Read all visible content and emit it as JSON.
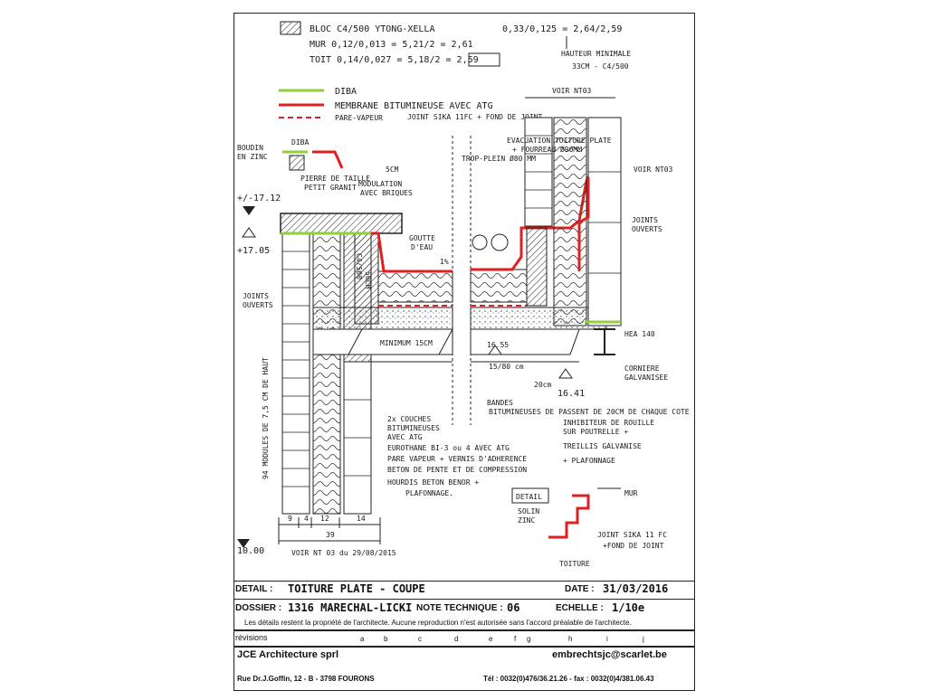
{
  "legend_top": {
    "blox": "BLOC C4/500 YTONG-XELLA",
    "mur": "MUR 0,12/0,013 = 5,21/2 = 2,61",
    "toit": "TOIT 0,14/0,027 = 5,18/2 = 2,59",
    "calc": "0,33/0,125 = 2,64/2,59",
    "hauteur1": "HAUTEUR MINIMALE",
    "hauteur2": "33CM - C4/500"
  },
  "legend_lines": {
    "diba": "DIBA",
    "membrane": "MEMBRANE BITUMINEUSE AVEC ATG",
    "pare_vapeur": "PARE-VAPEUR",
    "joint": "JOINT SIKA 11FC + FOND DE JOINT"
  },
  "annotations": {
    "voir_nt03_top": "VOIR NT03",
    "voir_nt03_right": "VOIR NT03",
    "evacuation": "EVACUATION TOITURE PLATE",
    "fourreau": "+ FOURREAU Ø90MM",
    "trop_plein": "TROP-PLEIN Ø80 MM",
    "boudin": "BOUDIN",
    "en_zinc": "EN ZINC",
    "diba_small": "DIBA",
    "pierre": "PIERRE DE TAILLE",
    "petit_granit": "PETIT GRANIT",
    "modulation": "MODULATION",
    "avec_briques": "AVEC BRIQUES",
    "cm5": "5CM",
    "level_1712": "+/-17.12",
    "level_1705": "+17.05",
    "goutte": "GOUTTE",
    "deau": "D'EAU",
    "pente": "1%",
    "joints_ouverts_left1": "JOINTS",
    "joints_ouverts_left2": "OUVERTS",
    "joints_ouverts_right1": "JOINTS",
    "joints_ouverts_right2": "OUVERTS",
    "c4_500": "C4/500",
    "cm50": "50CM",
    "minimum": "MINIMUM 15CM",
    "l1655": "16.55",
    "hea": "HEA 140",
    "corniere1": "CORNIERE",
    "corniere2": "GALVANISEE",
    "l1641": "16.41",
    "bandes1": "BANDES",
    "bandes2": "BITUMINEUSES DE PASSENT DE 20CM DE CHAQUE COTE",
    "dim_1580": "15/80 cm",
    "dim_20": "20cm",
    "inhib1": "INHIBITEUR DE ROUILLE",
    "inhib2": "SUR POUTRELLE +",
    "inhib3": "TREILLIS GALVANISE",
    "inhib4": "+ PLAFONNAGE",
    "couches1": "2x COUCHES",
    "couches2": "BITUMINEUSES",
    "couches3": "AVEC ATG",
    "couches4": "EUROTHANE BI-3 ou 4 AVEC ATG",
    "couches5": "PARE VAPEUR + VERNIS D'ADHERENCE",
    "couches6": "BETON DE PENTE ET DE COMPRESSION",
    "couches7": "HOURDIS BETON BENOR +",
    "couches8": "PLAFONNAGE.",
    "modules": "94 MODULES DE 7,5 CM DE HAUT",
    "detail_box": "DETAIL",
    "solin1": "SOLIN",
    "solin2": "ZINC",
    "mur_small": "MUR",
    "joint_sika1": "JOINT SIKA 11 FC",
    "joint_sika2": "+FOND DE JOINT",
    "toiture": "TOITURE",
    "dims": [
      "9",
      "4",
      "12",
      "14"
    ],
    "dim_total": "39",
    "level_1000": "10.00",
    "voir_bottom": "VOIR NT 03 du 29/08/2015"
  },
  "title_block": {
    "detail_label": "DETAIL :",
    "detail_value": "TOITURE PLATE - COUPE",
    "date_label": "DATE :",
    "date_value": "31/03/2016",
    "dossier_label": "DOSSIER :",
    "dossier_value": "1316 MARECHAL-LICKI",
    "note_label": "NOTE TECHNIQUE :",
    "note_value": "06",
    "echelle_label": "ECHELLE :",
    "echelle_value": "1/10e",
    "disclaimer": "Les détails restent la propriété de l'architecte. Aucune reproduction n'est autorisée sans l'accord préalable de l'architecte.",
    "revisions_label": "révisions",
    "revisions": [
      "a",
      "b",
      "c",
      "d",
      "e",
      "f",
      "g",
      "h",
      "i",
      "j"
    ],
    "company": "JCE Architecture sprl",
    "email": "embrechtsjc@scarlet.be",
    "address": "Rue Dr.J.Goffin, 12 - B - 3798 FOURONS",
    "phone": "Tél : 0032(0)476/36.21.26 - fax : 0032(0)4/381.06.43"
  },
  "colors": {
    "diba": "#8fd13a",
    "membrane": "#e02020",
    "ink": "#1a1a1a"
  }
}
